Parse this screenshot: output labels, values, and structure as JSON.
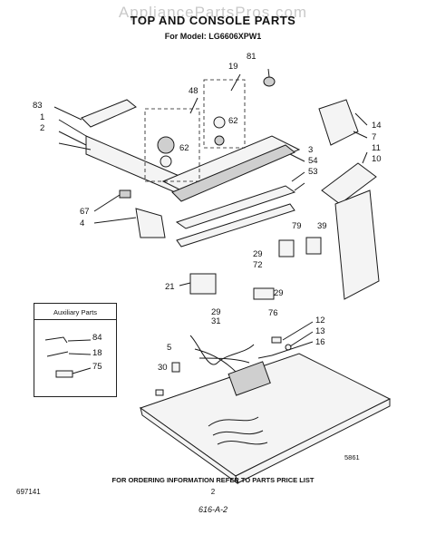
{
  "watermark": "AppliancePartsPros.com",
  "title": "TOP AND CONSOLE PARTS",
  "model": "For Model: LG6606XPW1",
  "auxiliary_box": {
    "title": "Auxiliary Parts",
    "callouts": [
      "84",
      "18",
      "75"
    ]
  },
  "callouts": [
    "81",
    "19",
    "83",
    "48",
    "1",
    "2",
    "62",
    "62",
    "14",
    "7",
    "11",
    "10",
    "3",
    "54",
    "53",
    "67",
    "4",
    "79",
    "39",
    "29",
    "72",
    "21",
    "29",
    "76",
    "29",
    "31",
    "5",
    "30",
    "12",
    "13",
    "16"
  ],
  "figure_code": "5861",
  "footer": "FOR ORDERING INFORMATION REFER TO PARTS PRICE LIST",
  "doc_number": "697141",
  "page_number": "2",
  "handwritten": "616-A-2"
}
